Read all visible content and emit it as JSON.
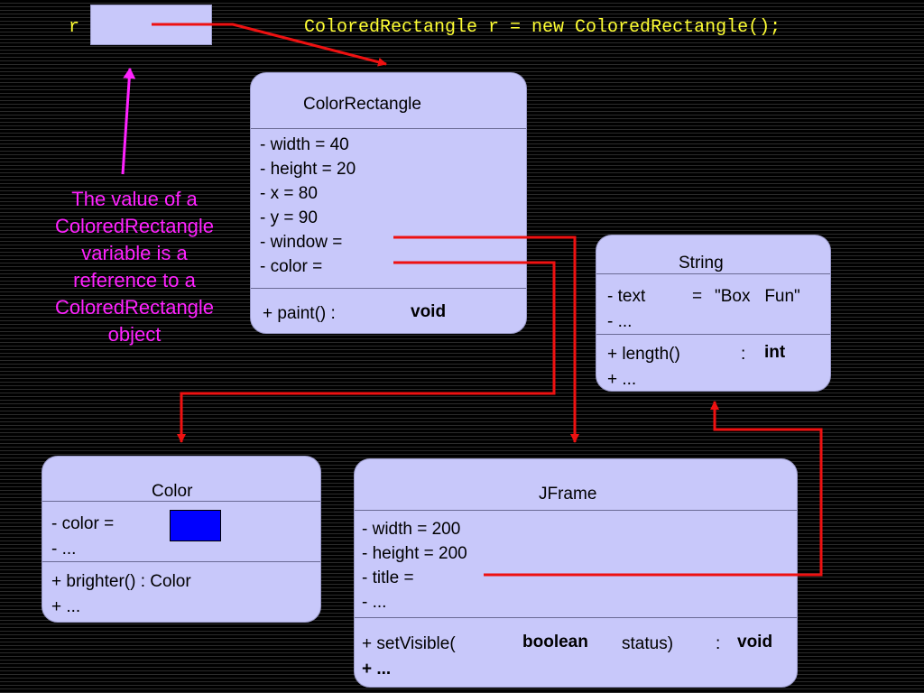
{
  "code": {
    "var_name": "r",
    "statement": "ColoredRectangle r = new ColoredRectangle();"
  },
  "annotation": {
    "lines": [
      "The value of a",
      "ColoredRectangle",
      "variable is a",
      "reference to a",
      "ColoredRectangle",
      "object"
    ]
  },
  "colored_rectangle": {
    "title": "ColorRectangle",
    "fields": [
      "- width = 40",
      "- height = 20",
      "- x = 80",
      "- y = 90",
      "- window =",
      "- color ="
    ],
    "method": "+ paint() :",
    "method_type": "void"
  },
  "string_obj": {
    "title": "String",
    "field_text_label": "- text",
    "field_text_eq": "=",
    "field_text_value": "\"Box   Fun\"",
    "field_more": "- ...",
    "method": "+ length()",
    "method_colon": ":",
    "method_type": "int",
    "method_more": "+ ..."
  },
  "color_obj": {
    "title": "Color",
    "field_color": "- color =",
    "swatch_color": "#0000ff",
    "field_more": "- ...",
    "method": "+ brighter() : Color",
    "method_more": "+ ..."
  },
  "jframe": {
    "title": "JFrame",
    "fields": [
      "- width = 200",
      "- height = 200",
      "- title =",
      "- ..."
    ],
    "method_start": "+ setVisible(",
    "method_param_type": "boolean",
    "method_param_name": "status)",
    "method_colon": ":",
    "method_type": "void",
    "method_more": "+ ..."
  },
  "colors": {
    "box_fill": "#c8c8fa",
    "arrow_red": "#ee1111",
    "annotation_magenta": "#ff22ff",
    "code_yellow": "#ffff33"
  }
}
